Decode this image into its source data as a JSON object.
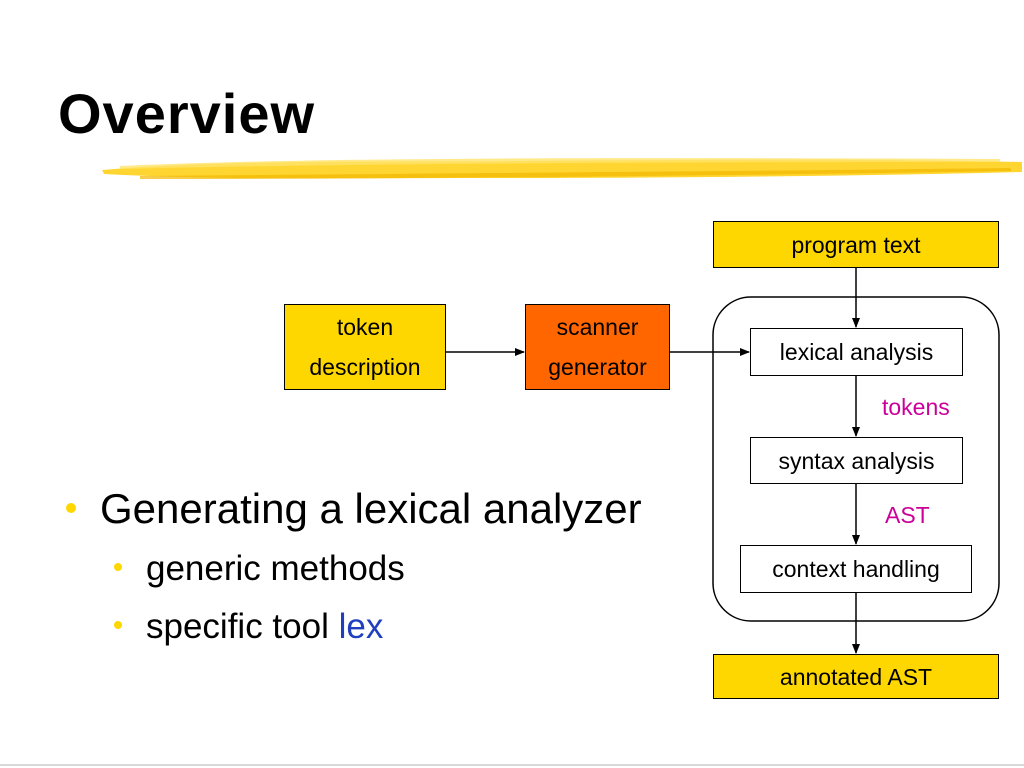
{
  "slide": {
    "title": "Overview",
    "accent_color": "#FFD700"
  },
  "diagram": {
    "token_description": [
      "token",
      "description"
    ],
    "scanner_generator": [
      "scanner",
      "generator"
    ],
    "program_text": "program text",
    "lexical_analysis": "lexical analysis",
    "tokens_label": "tokens",
    "syntax_analysis": "syntax analysis",
    "ast_label": "AST",
    "context_handling": "context handling",
    "annotated_ast": "annotated AST",
    "label_color": "#CC0099",
    "box_yellow": "#FFD700",
    "box_orange": "#FF6600"
  },
  "bullets": {
    "main": "Generating a lexical analyzer",
    "sub1": "generic methods",
    "sub2_prefix": "specific tool ",
    "sub2_highlight": "lex",
    "highlight_color": "#1F3FBF",
    "bullet_color": "#FFD700"
  }
}
